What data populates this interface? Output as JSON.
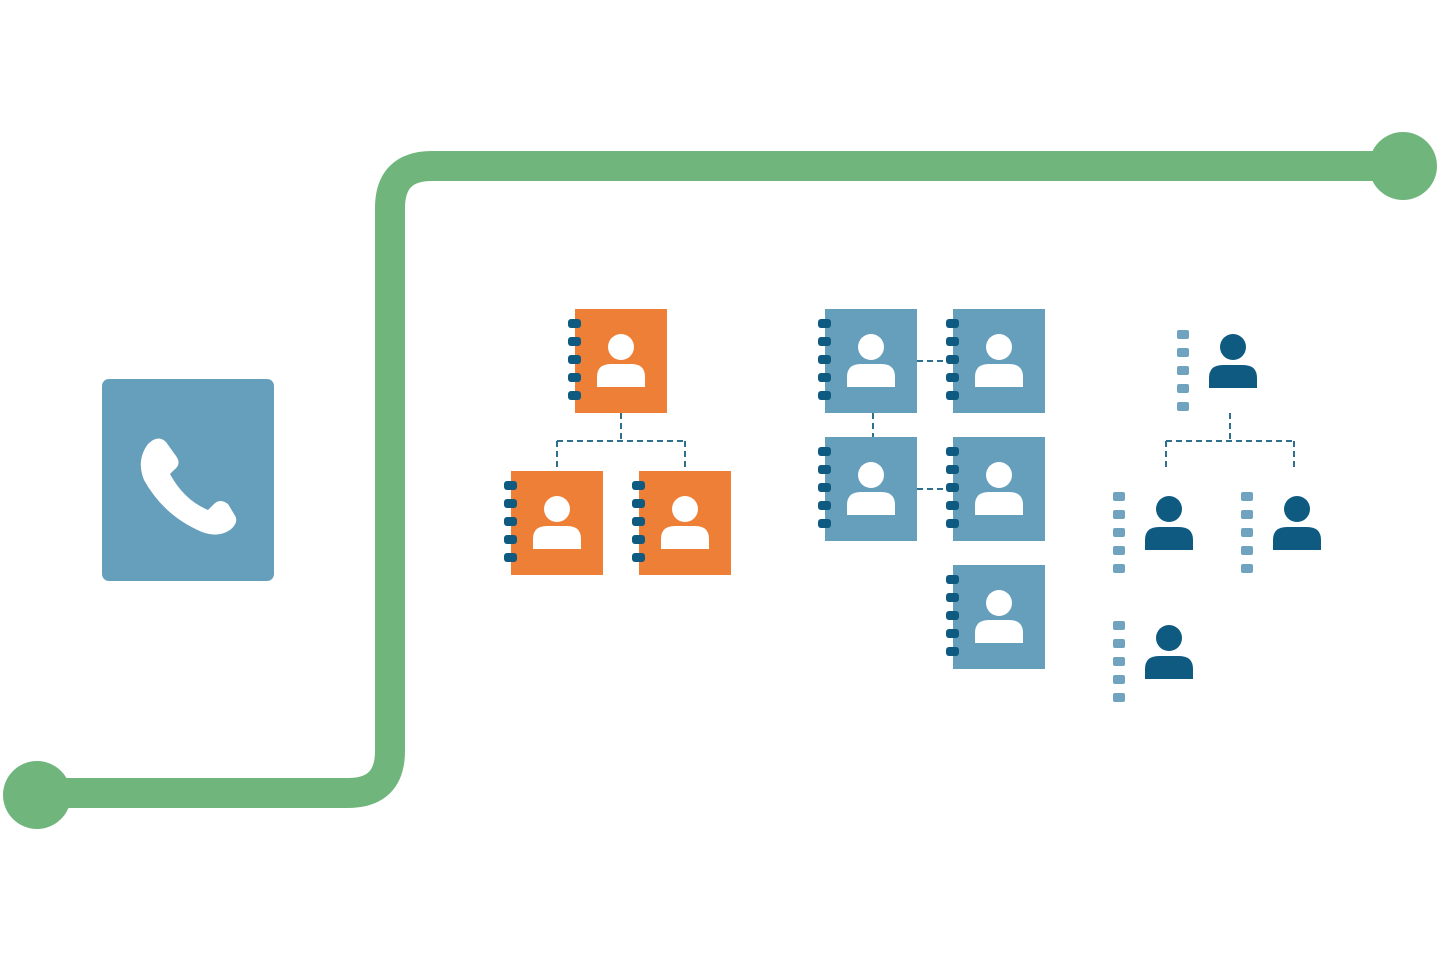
{
  "colors": {
    "background": "#ffffff",
    "route": "#70b67c",
    "phone_tile": "#669fbb",
    "org_book": "#ed7f36",
    "peer_book": "#669fbb",
    "binding_dark": "#0f5a80",
    "binding_light": "#6fa3bf",
    "person_white": "#ffffff",
    "person_dark": "#0f5a80",
    "connector": "#2e6f8e"
  },
  "icons": {
    "phone": "phone-handset-icon",
    "book": "contact-book-icon",
    "person": "person-icon"
  },
  "groups": [
    {
      "id": "hierarchical-directory",
      "item_count": 3
    },
    {
      "id": "linked-directories",
      "item_count": 5
    },
    {
      "id": "individual-contacts",
      "item_count": 4
    }
  ]
}
